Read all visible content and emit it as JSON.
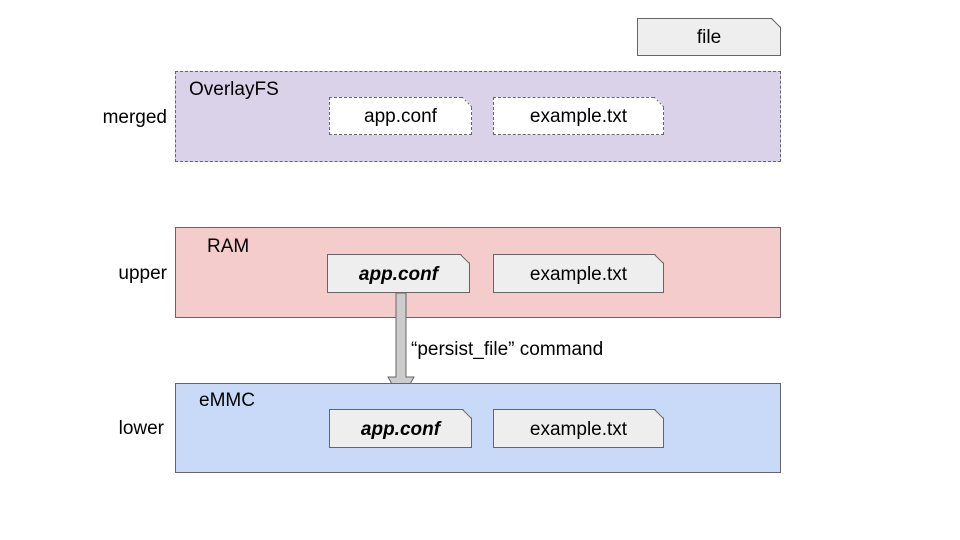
{
  "legend": {
    "file_label": "file",
    "color": "#eeeeee"
  },
  "rows": {
    "merged": {
      "row_label": "merged",
      "layer_title": "OverlayFS",
      "fill": "#d9d2e9",
      "files": [
        "app.conf",
        "example.txt"
      ]
    },
    "upper": {
      "row_label": "upper",
      "layer_title": "RAM",
      "fill": "#f4cccc",
      "files": [
        "app.conf",
        "example.txt"
      ]
    },
    "lower": {
      "row_label": "lower",
      "layer_title": "eMMC",
      "fill": "#c9daf8",
      "files": [
        "app.conf",
        "example.txt"
      ]
    }
  },
  "arrow": {
    "label": "“persist_file” command",
    "color": "#cccccc"
  },
  "colors": {
    "file_fill": "#eeeeee",
    "merged_file_fill": "#ffffff",
    "border": "#666666"
  }
}
